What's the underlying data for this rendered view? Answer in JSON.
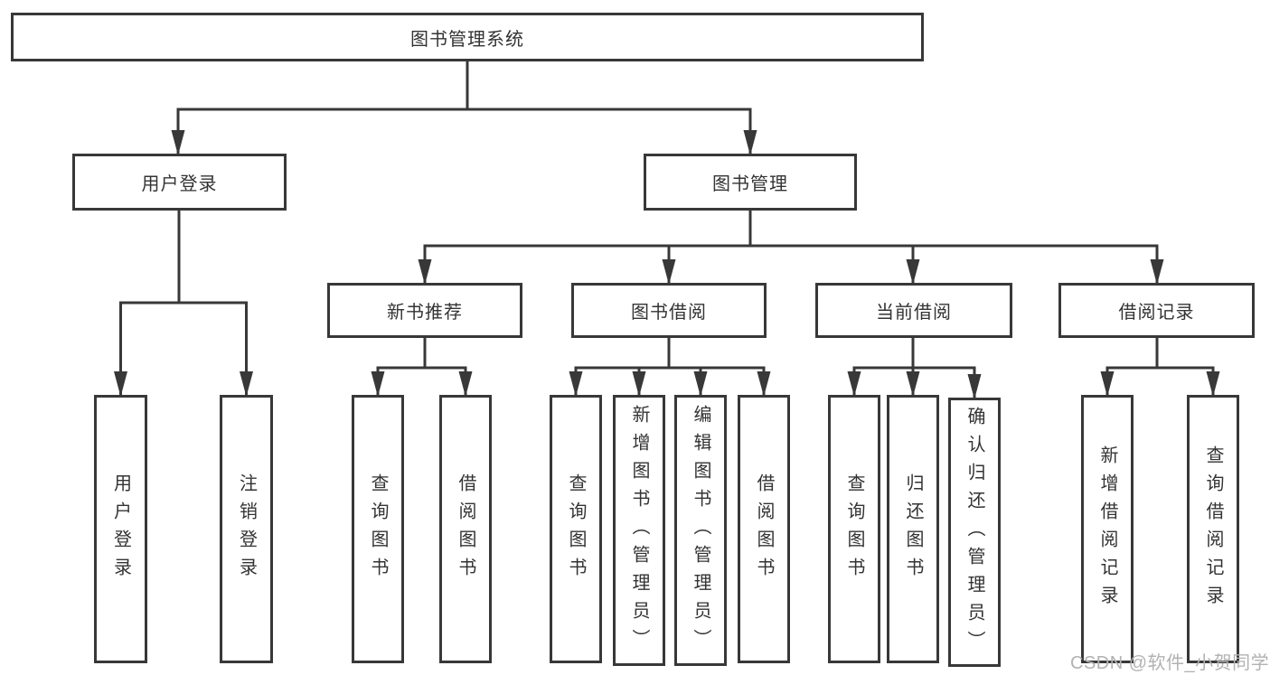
{
  "tree": {
    "label": "图书管理系统",
    "children": [
      {
        "label": "用户登录",
        "children": [
          {
            "label": "用户登录"
          },
          {
            "label": "注销登录"
          }
        ]
      },
      {
        "label": "图书管理",
        "children": [
          {
            "label": "新书推荐",
            "children": [
              {
                "label": "查询图书"
              },
              {
                "label": "借阅图书"
              }
            ]
          },
          {
            "label": "图书借阅",
            "children": [
              {
                "label": "查询图书"
              },
              {
                "label": "新增图书（管理员）"
              },
              {
                "label": "编辑图书（管理员）"
              },
              {
                "label": "借阅图书"
              }
            ]
          },
          {
            "label": "当前借阅",
            "children": [
              {
                "label": "查询图书"
              },
              {
                "label": "归还图书"
              },
              {
                "label": "确认归还（管理员）"
              }
            ]
          },
          {
            "label": "借阅记录",
            "children": [
              {
                "label": "新增借阅记录"
              },
              {
                "label": "查询借阅记录"
              }
            ]
          }
        ]
      }
    ]
  },
  "watermark": {
    "text": "CSDN @软件_小贺同学"
  },
  "colors": {
    "line": "#383838",
    "box_border": "#383838",
    "text": "#333333",
    "background": "#ffffff",
    "watermark": "#b2b2b2"
  }
}
